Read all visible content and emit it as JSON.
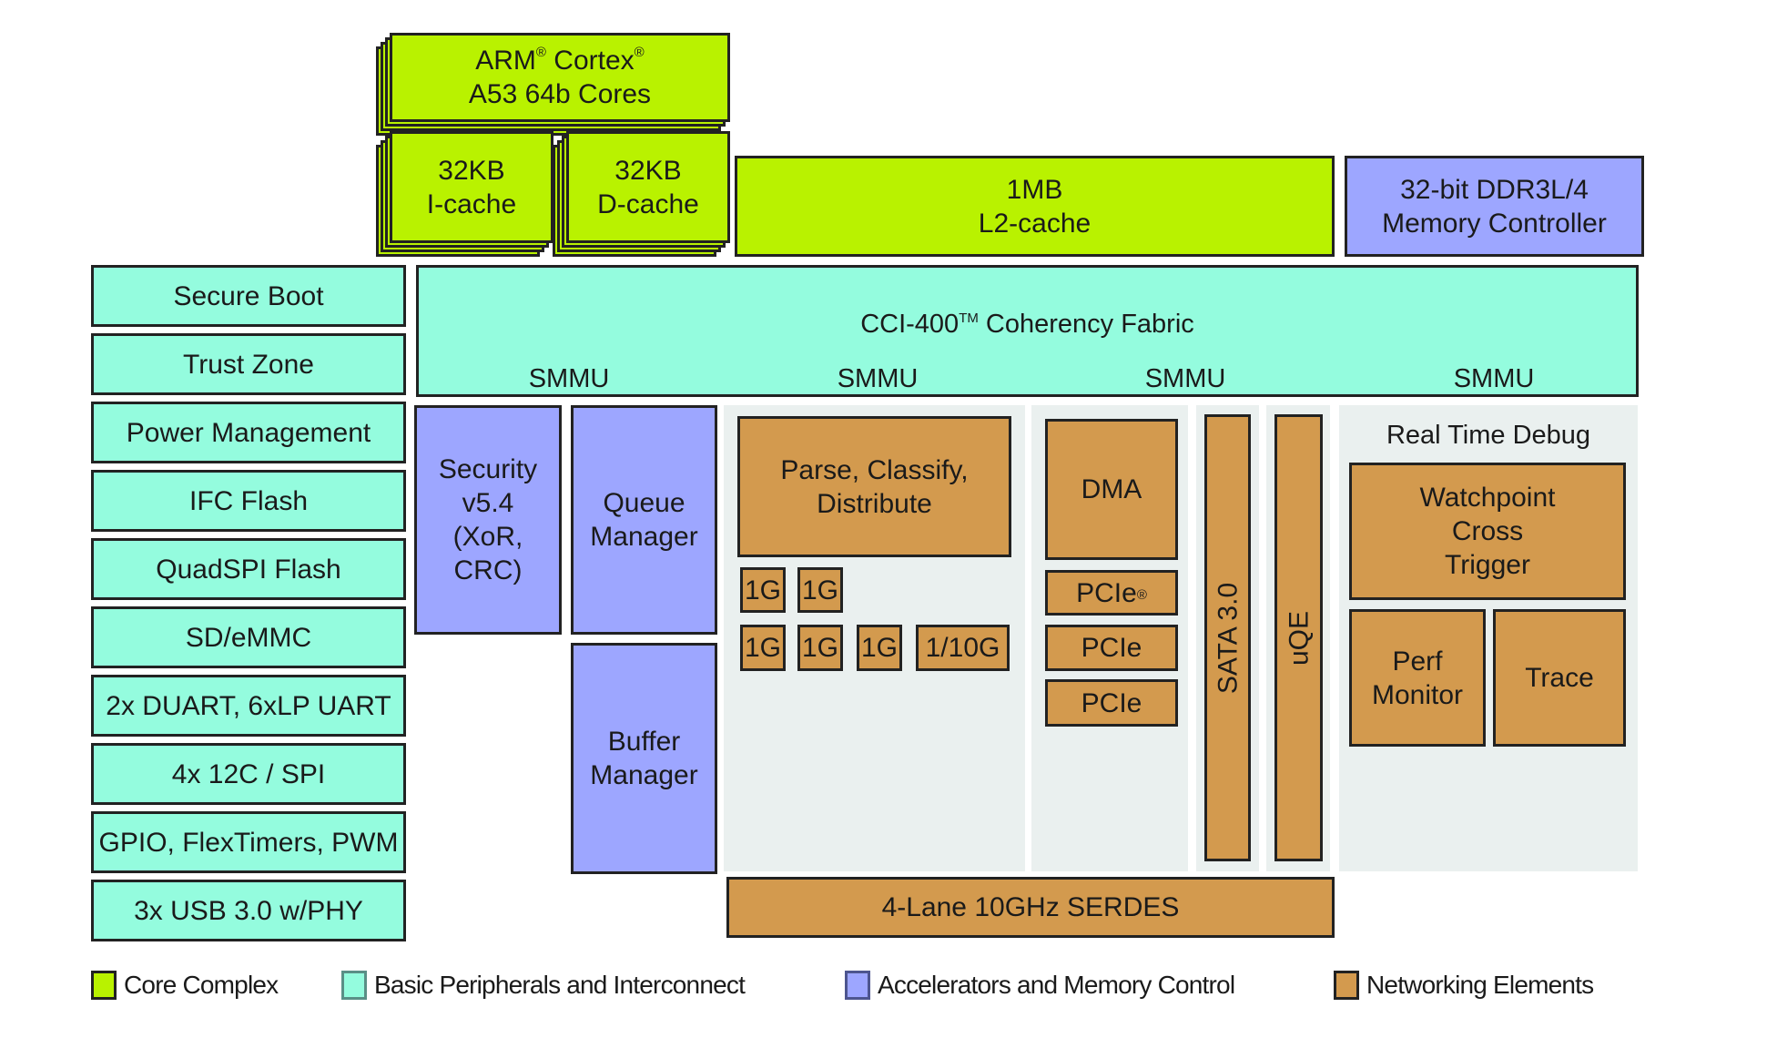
{
  "colors": {
    "core_complex": "#b9f200",
    "basic_peripherals": "#94fcde",
    "accelerators": "#9da6ff",
    "networking": "#d39a4e",
    "panel_bg": "#eaf0ef"
  },
  "core": {
    "arm_line1": "ARM",
    "arm_reg1": "®",
    "arm_line1b": " Cortex",
    "arm_reg2": "®",
    "arm_line2": "A53 64b Cores",
    "icache": "32KB\nI-cache",
    "dcache": "32KB\nD-cache",
    "l2cache": "1MB\nL2-cache"
  },
  "memory_controller": "32-bit DDR3L/4\nMemory Controller",
  "peripherals": [
    "Secure Boot",
    "Trust Zone",
    "Power Management",
    "IFC Flash",
    "QuadSPI Flash",
    "SD/eMMC",
    "2x DUART, 6xLP UART",
    "4x 12C / SPI",
    "GPIO, FlexTimers, PWM",
    "3x USB 3.0 w/PHY"
  ],
  "fabric": {
    "title": "CCI-400",
    "tm": "TM",
    "title_rest": " Coherency Fabric",
    "smmu": [
      "SMMU",
      "SMMU",
      "SMMU",
      "SMMU"
    ]
  },
  "accelerators": {
    "security": "Security\nv5.4\n(XoR,\nCRC)",
    "queue_manager": "Queue\nManager",
    "buffer_manager": "Buffer\nManager"
  },
  "networking": {
    "parse": "Parse, Classify,\nDistribute",
    "ports_row1": [
      "1G",
      "1G"
    ],
    "ports_row2": [
      "1G",
      "1G",
      "1G",
      "1/10G"
    ],
    "dma": "DMA",
    "pcie": [
      "PCIe",
      "PCIe",
      "PCIe"
    ],
    "pcie_reg": "®",
    "sata": "SATA 3.0",
    "uqe": "uQE",
    "serdes": "4-Lane 10GHz SERDES"
  },
  "debug": {
    "title": "Real Time Debug",
    "watchpoint": "Watchpoint\nCross\nTrigger",
    "perf": "Perf\nMonitor",
    "trace": "Trace"
  },
  "legend": [
    {
      "label": "Core Complex",
      "color": "#b9f200"
    },
    {
      "label": "Basic Peripherals and Interconnect",
      "color": "#94fcde"
    },
    {
      "label": "Accelerators and Memory Control",
      "color": "#9da6ff"
    },
    {
      "label": "Networking Elements",
      "color": "#d39a4e"
    }
  ]
}
